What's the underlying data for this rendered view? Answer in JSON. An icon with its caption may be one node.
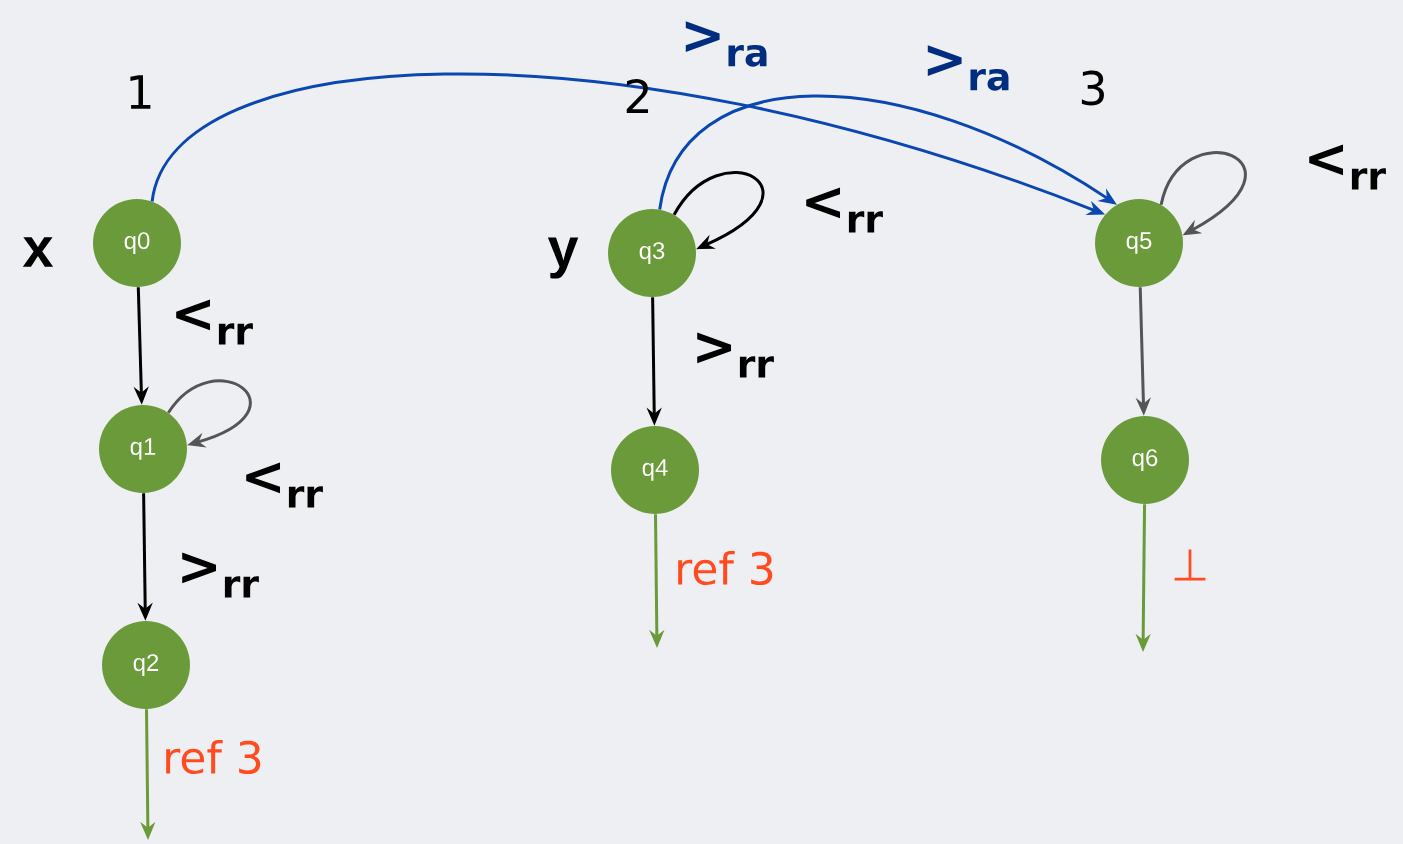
{
  "diagram": {
    "nodes": [
      {
        "text": [
          "q0"
        ],
        "beside": [
          "x"
        ]
      },
      {
        "text": [
          "q1"
        ]
      },
      {
        "text": [
          "q2"
        ]
      },
      {
        "text": [
          "q3"
        ],
        "beside": [
          "y"
        ]
      },
      {
        "text": [
          "q4"
        ]
      },
      {
        "text": [
          "q5"
        ]
      },
      {
        "text": [
          "q6"
        ]
      }
    ],
    "edges": [
      {
        "from": 0,
        "to": 1,
        "arrow": "to",
        "label": "<$_{rr}$"
      },
      {
        "from": 1,
        "to": 1,
        "arrow": "to",
        "label": "<$_{rr}$",
        "color": "#555555"
      },
      {
        "from": 1,
        "to": 2,
        "arrow": "to",
        "label": ">$_{rr}$"
      },
      {
        "from": 0,
        "to": 5,
        "arrow": "to",
        "label": ">$_{ra}$",
        "color": "#0a47b0"
      },
      {
        "from": 3,
        "to": 5,
        "arrow": "to",
        "label": ">$_{ra}$",
        "color": "#0a47b0"
      },
      {
        "from": 3,
        "to": 3,
        "arrow": "to",
        "label": "<$_{rr}$"
      },
      {
        "from": 3,
        "to": 4,
        "arrow": "to",
        "label": ">$_{rr}$"
      },
      {
        "from": 5,
        "to": 5,
        "arrow": "to",
        "label": "<$_{rr}$",
        "color": "#555555"
      },
      {
        "from": 5,
        "to": 6,
        "arrow": "to",
        "color": "#555555"
      },
      {
        "from": 2,
        "to": null,
        "arrow": "to",
        "label": "ref 3",
        "color": "#6a9a3a"
      },
      {
        "from": 4,
        "to": null,
        "arrow": "to",
        "label": "ref 3",
        "color": "#6a9a3a"
      },
      {
        "from": 6,
        "to": null,
        "arrow": "to",
        "label": "⊥",
        "color": "#6a9a3a"
      }
    ],
    "labels": [
      "1",
      "2",
      "3"
    ]
  }
}
